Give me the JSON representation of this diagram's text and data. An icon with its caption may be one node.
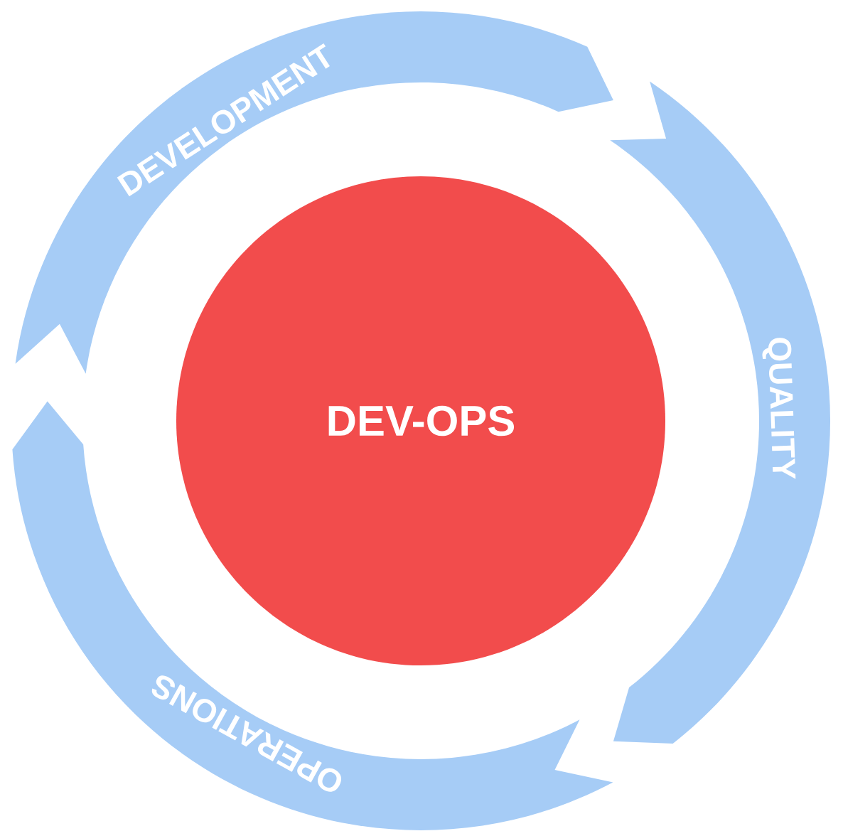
{
  "diagram": {
    "nodes": [
      {
        "text": [
          "DEVELOPMENT"
        ]
      },
      {
        "text": [
          "QUALITY"
        ]
      },
      {
        "text": [
          "OPERATIONS"
        ]
      },
      {
        "text": [
          "DEV-OPS"
        ]
      }
    ]
  }
}
